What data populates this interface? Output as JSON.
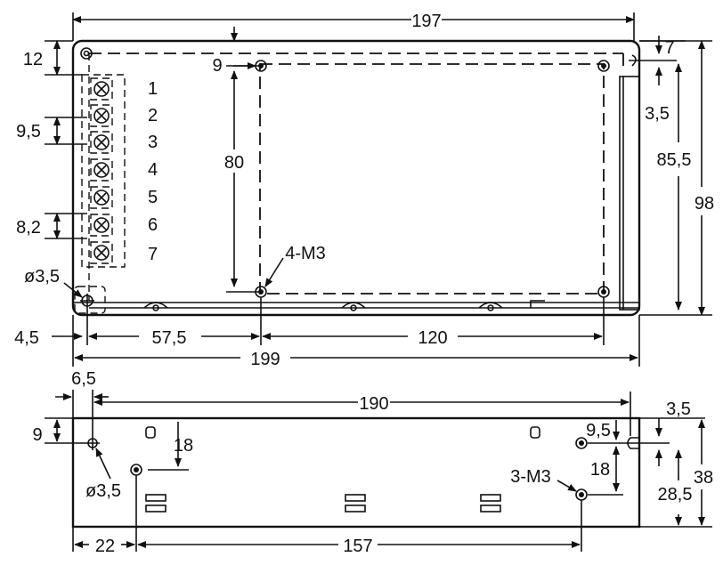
{
  "top_view": {
    "dims": {
      "overall_width": "197",
      "top_margin": "12",
      "hole_offset_left": "9",
      "right_offset": "7",
      "slot_width": "3,5",
      "hole_spacing_v": "80",
      "height_inner": "85,5",
      "overall_height": "98",
      "terminal_pitch": "9,5",
      "terminal_pitch_2": "8,2",
      "mount_hole": "4-M3",
      "hole_diameter": "ø3,5",
      "left_offset": "4,5",
      "dist_a": "57,5",
      "dist_b": "120",
      "total_width": "199"
    },
    "terminals": [
      "1",
      "2",
      "3",
      "4",
      "5",
      "6",
      "7"
    ]
  },
  "side_view": {
    "dims": {
      "left_offset": "6,5",
      "overall_width": "190",
      "slot_width": "3,5",
      "top_offset": "9",
      "hole_right_offset": "9,5",
      "hole_spacing": "18",
      "hole_spacing_2": "18",
      "overall_height": "38",
      "hole_height": "28,5",
      "hole_diameter": "ø3,5",
      "mount_hole": "3-M3",
      "left_hole": "22",
      "hole_dist": "157"
    }
  }
}
